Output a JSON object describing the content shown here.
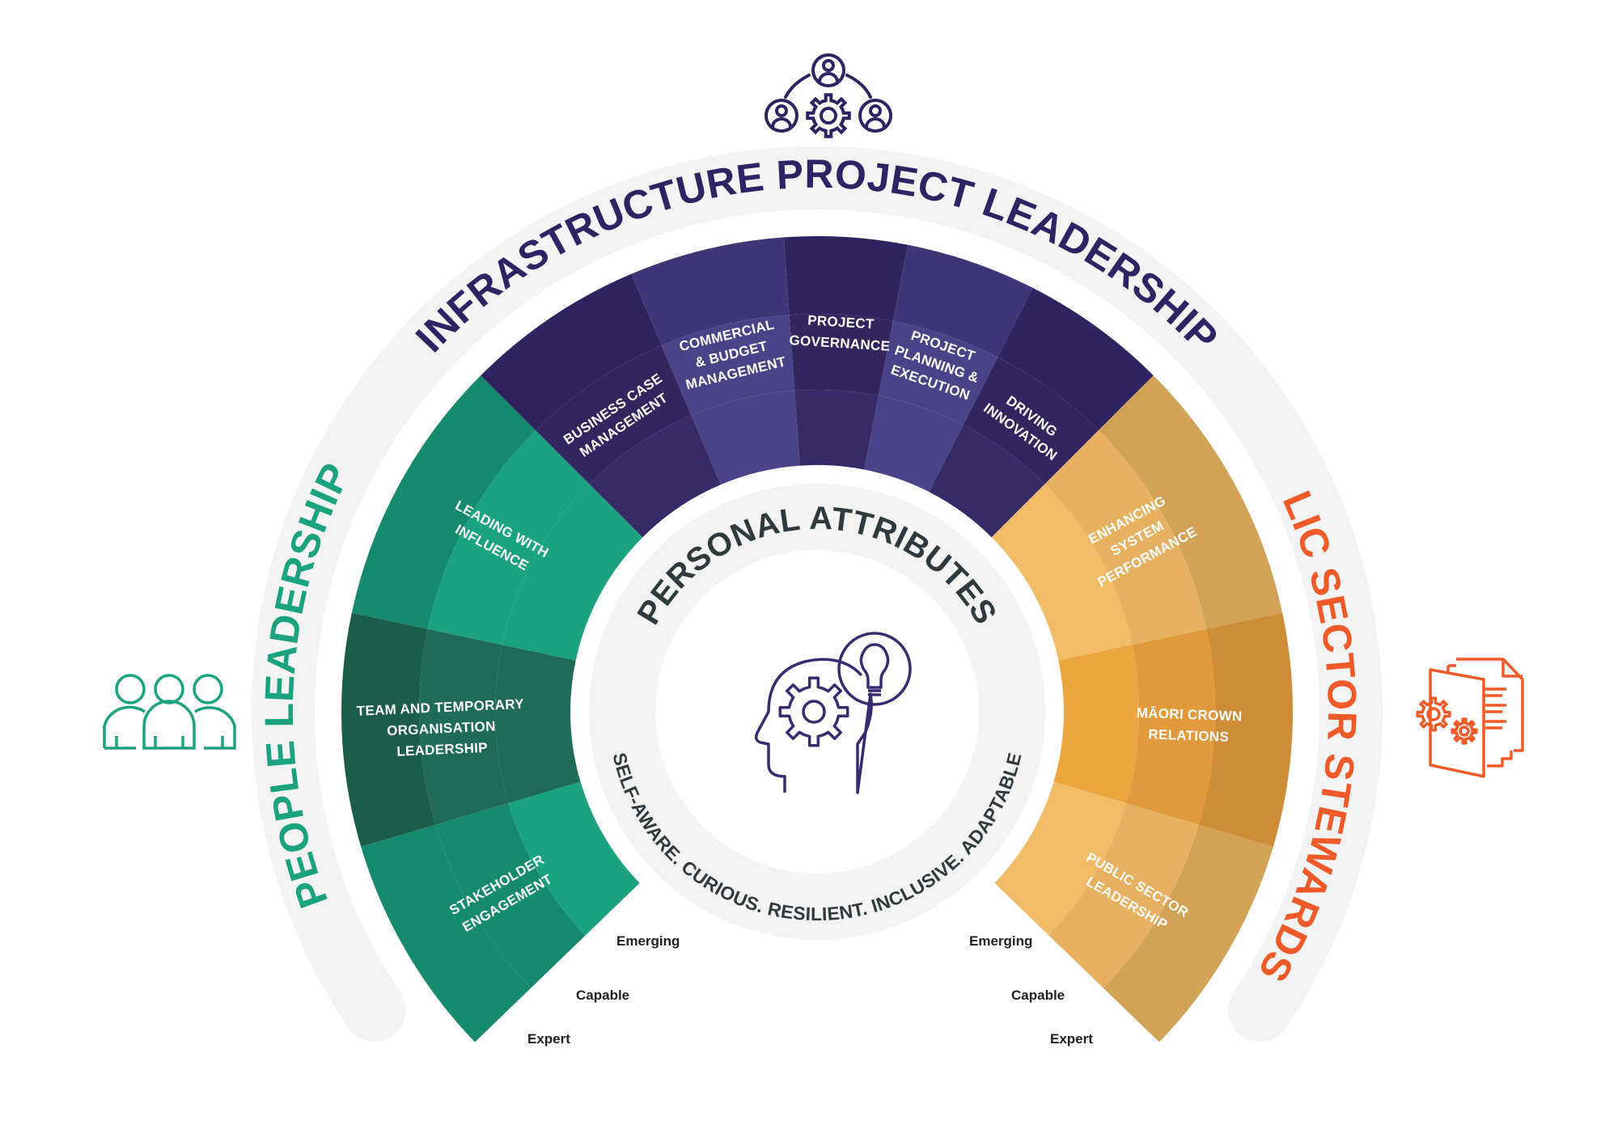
{
  "colors": {
    "purple_dark": "#2f2360",
    "purple_mid": "#3e3676",
    "purple_light": "#4b4388",
    "green_a": "#168a6c",
    "green_b": "#1ba27e",
    "green_dark": "#1b5c4a",
    "green_dark_b": "#1f6b57",
    "orange_a": "#d2a257",
    "orange_b": "#e6b262",
    "orange_c": "#f1bc67",
    "orange_deep": "#ce8d36",
    "orange_deep_b": "#e19a3c",
    "orange_deep_c": "#eda540",
    "gray_band": "#f3f3f3",
    "title_purple": "#2e2363",
    "title_green": "#1ba27e",
    "title_orange": "#f05a28",
    "text_dark": "#2e3a3d"
  },
  "domains": {
    "infrastructure": {
      "title": "INFRASTRUCTURE PROJECT LEADERSHIP",
      "icon": "team-network-gear-icon"
    },
    "people": {
      "title": "PEOPLE LEADERSHIP",
      "icon": "people-group-icon"
    },
    "public": {
      "title": "PUBLIC SECTOR STEWARDSHIP",
      "icon": "documents-gears-icon"
    }
  },
  "segments": {
    "business_case": [
      "BUSINESS CASE",
      "MANAGEMENT"
    ],
    "commercial": [
      "COMMERCIAL",
      "& BUDGET",
      "MANAGEMENT"
    ],
    "governance": [
      "PROJECT",
      "GOVERNANCE"
    ],
    "planning": [
      "PROJECT",
      "PLANNING &",
      "EXECUTION"
    ],
    "innovation": [
      "DRIVING",
      "INNOVATION"
    ],
    "influence": [
      "LEADING WITH",
      "INFLUENCE"
    ],
    "team": [
      "TEAM AND TEMPORARY",
      "ORGANISATION",
      "LEADERSHIP"
    ],
    "stakeholder": [
      "STAKEHOLDER",
      "ENGAGEMENT"
    ],
    "system": [
      "ENHANCING",
      "SYSTEM",
      "PERFORMANCE"
    ],
    "maori": [
      "MĀORI CROWN",
      "RELATIONS"
    ],
    "public_leadership": [
      "PUBLIC SECTOR",
      "LEADERSHIP"
    ]
  },
  "levels": [
    "Emerging",
    "Capable",
    "Expert"
  ],
  "personal_attributes": {
    "title": "PERSONAL ATTRIBUTES",
    "traits": "SELF-AWARE. CURIOUS. RESILIENT. INCLUSIVE. ADAPTABLE",
    "icon": "head-gear-lightbulb-icon"
  }
}
